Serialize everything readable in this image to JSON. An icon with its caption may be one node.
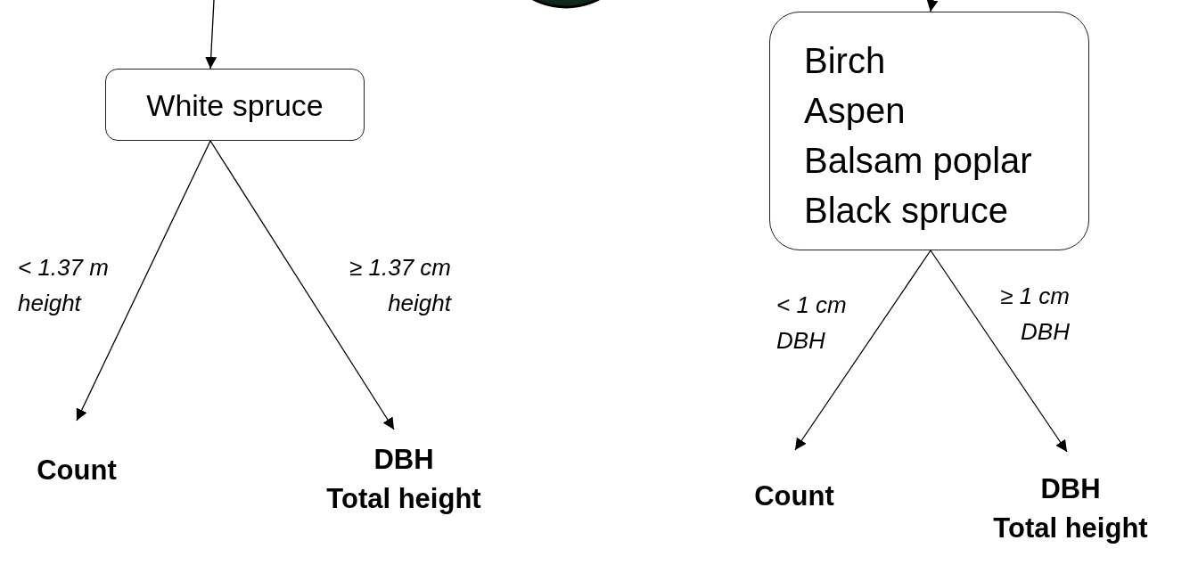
{
  "diagram": {
    "nodes": [
      {
        "text": [],
        "shape": "picture"
      },
      {
        "text": [
          "White spruce"
        ]
      },
      {
        "text": [
          "Birch",
          "Aspen",
          "Balsam poplar",
          "Black spruce"
        ]
      },
      {
        "text": [
          "Count"
        ]
      },
      {
        "text": [
          "DBH",
          "Total height"
        ]
      },
      {
        "text": [
          "Count"
        ]
      },
      {
        "text": [
          "DBH",
          "Total height"
        ]
      }
    ],
    "edges": [
      {
        "from": null,
        "to": 1,
        "arrow": "to"
      },
      {
        "from": null,
        "to": 2,
        "arrow": "to"
      },
      {
        "from": 1,
        "to": 3,
        "arrow": "to",
        "label": "< 1.37 m height"
      },
      {
        "from": 1,
        "to": 4,
        "arrow": "to",
        "label": "≥ 1.37 cm height"
      },
      {
        "from": 2,
        "to": 5,
        "arrow": "to",
        "label": "< 1 cm DBH"
      },
      {
        "from": 2,
        "to": 6,
        "arrow": "to",
        "label": "≥ 1 cm DBH"
      }
    ]
  }
}
